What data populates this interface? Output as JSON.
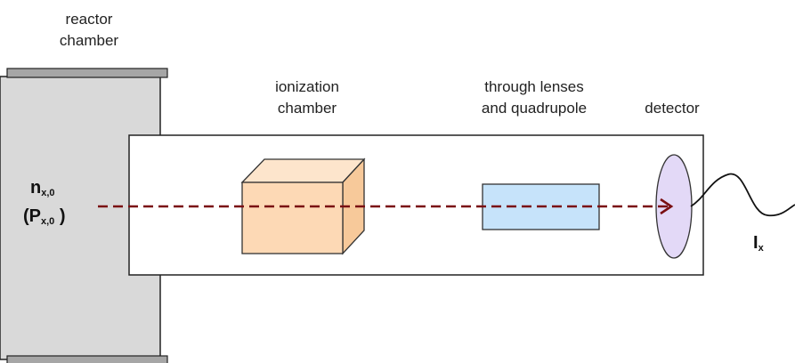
{
  "labels": {
    "reactor_chamber": [
      "reactor",
      "chamber"
    ],
    "ionization_chamber": [
      "ionization",
      "chamber"
    ],
    "lenses_quadrupole": [
      "through lenses",
      "and quadrupole"
    ],
    "detector": "detector"
  },
  "symbols": {
    "n_main": "n",
    "n_sub": "x,0",
    "p_open": "(P",
    "p_sub": "x,0",
    "p_close": " )",
    "i_main": "I",
    "i_sub": "x"
  },
  "colors": {
    "reactor_wall": "#d9d9d9",
    "reactor_flange": "#a6a6a6",
    "ionization_front": "#fdd9b5",
    "ionization_top": "#fde5cc",
    "ionization_side": "#f7c99a",
    "quadrupole": "#c6e3fa",
    "detector": "#e3d9f7",
    "beam": "#7a0f12"
  }
}
